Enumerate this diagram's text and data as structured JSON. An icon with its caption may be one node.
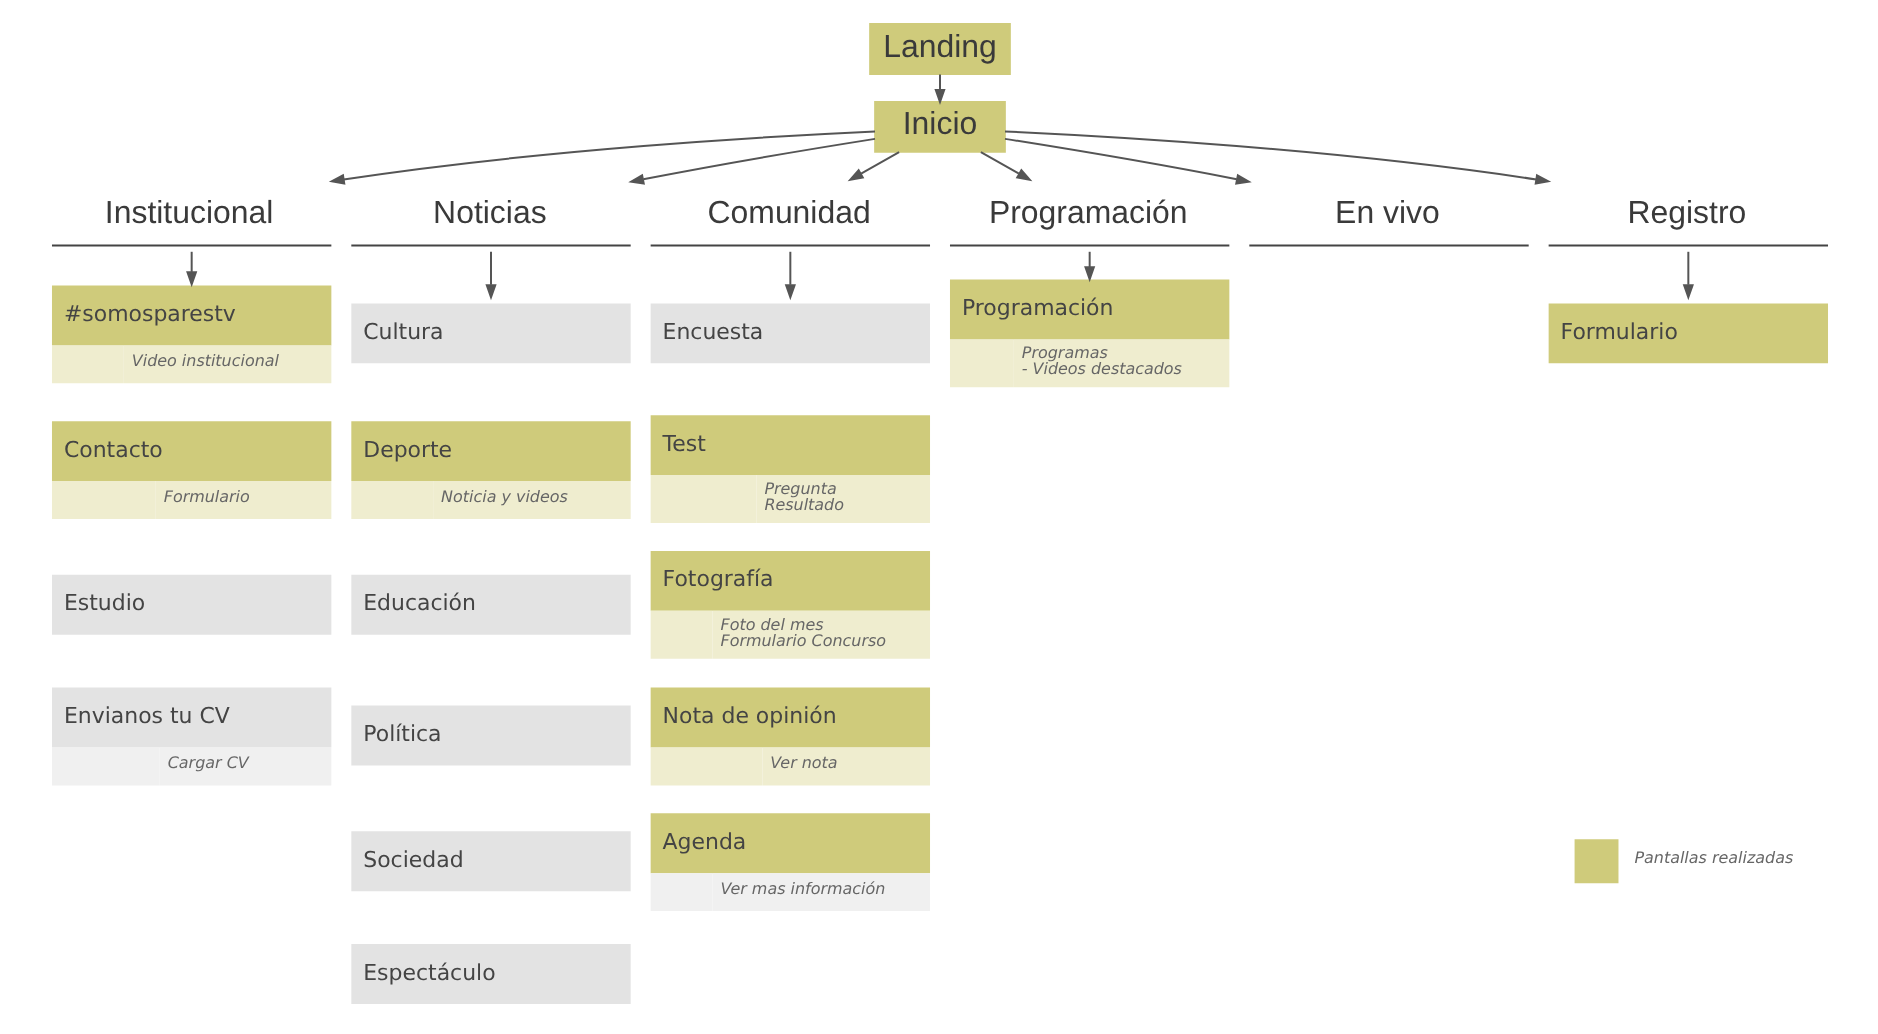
{
  "diagram": {
    "nodes": [
      {
        "text": [
          "Landing"
        ]
      },
      {
        "text": [
          "Inicio"
        ]
      },
      {
        "text": [
          "Institucional"
        ]
      },
      {
        "text": [
          "Noticias"
        ]
      },
      {
        "text": [
          "Comunidad"
        ]
      },
      {
        "text": [
          "Programación"
        ]
      },
      {
        "text": [
          "En vivo"
        ]
      },
      {
        "text": [
          "Registro"
        ]
      },
      {
        "text": [
          "#somosparestv",
          "Video institucional"
        ]
      },
      {
        "text": [
          "Contacto",
          "Formulario"
        ]
      },
      {
        "text": [
          "Estudio"
        ]
      },
      {
        "text": [
          "Envianos tu CV",
          "Cargar CV"
        ]
      },
      {
        "text": [
          "Cultura"
        ]
      },
      {
        "text": [
          "Deporte",
          "Noticia y videos"
        ]
      },
      {
        "text": [
          "Educación"
        ]
      },
      {
        "text": [
          "Política"
        ]
      },
      {
        "text": [
          "Sociedad"
        ]
      },
      {
        "text": [
          "Espectáculo"
        ]
      },
      {
        "text": [
          "Encuesta"
        ]
      },
      {
        "text": [
          "Test",
          "Pregunta",
          "Resultado"
        ]
      },
      {
        "text": [
          "Fotografía",
          "Foto del mes",
          "Formulario Concurso"
        ]
      },
      {
        "text": [
          "Nota de opinión",
          "Ver nota"
        ]
      },
      {
        "text": [
          "Agenda",
          "Ver mas información"
        ]
      },
      {
        "text": [
          "Programación",
          "Programas",
          "- Videos destacados"
        ]
      },
      {
        "text": [
          "Formulario"
        ]
      }
    ],
    "edges": [
      {
        "from": 0,
        "to": 1,
        "arrow": "to"
      },
      {
        "from": 1,
        "to": 2,
        "arrow": "to"
      },
      {
        "from": 1,
        "to": 3,
        "arrow": "to"
      },
      {
        "from": 1,
        "to": 4,
        "arrow": "to"
      },
      {
        "from": 1,
        "to": 5,
        "arrow": "to"
      },
      {
        "from": 1,
        "to": 6,
        "arrow": "to"
      },
      {
        "from": 1,
        "to": 7,
        "arrow": "to"
      },
      {
        "from": 2,
        "to": 8,
        "arrow": "to"
      },
      {
        "from": 3,
        "to": 12,
        "arrow": "to"
      },
      {
        "from": 4,
        "to": 18,
        "arrow": "to"
      },
      {
        "from": 5,
        "to": 23,
        "arrow": "to"
      },
      {
        "from": 7,
        "to": 24,
        "arrow": "to"
      }
    ],
    "legend": [
      {
        "text": "Pantallas realizadas",
        "color": "#cfcb7b"
      }
    ]
  }
}
